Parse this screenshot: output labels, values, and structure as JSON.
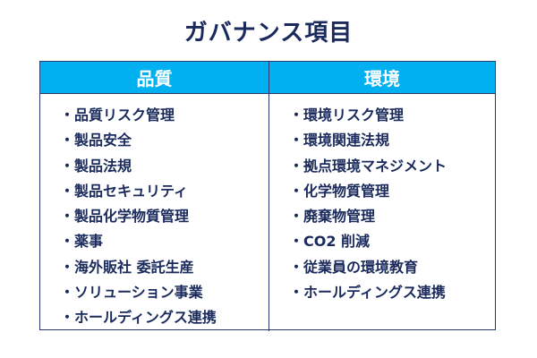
{
  "title": "ガバナンス項目",
  "colors": {
    "header_bg": "#00b0f0",
    "text": "#1a2a5c",
    "border": "#2a3a6e"
  },
  "columns": [
    {
      "header": "品質",
      "bullet": "・",
      "items": [
        "品質リスク管理",
        "製品安全",
        "製品法規",
        "製品セキュリティ",
        "製品化学物質管理",
        "薬事",
        "海外販社 委託生産",
        "ソリューション事業",
        "ホールディングス連携"
      ]
    },
    {
      "header": "環境",
      "bullet": "・",
      "items": [
        "環境リスク管理",
        "環境関連法規",
        "拠点環境マネジメント",
        "化学物質管理",
        "廃棄物管理",
        "CO2 削減",
        "従業員の環境教育",
        "ホールディングス連携"
      ]
    }
  ]
}
